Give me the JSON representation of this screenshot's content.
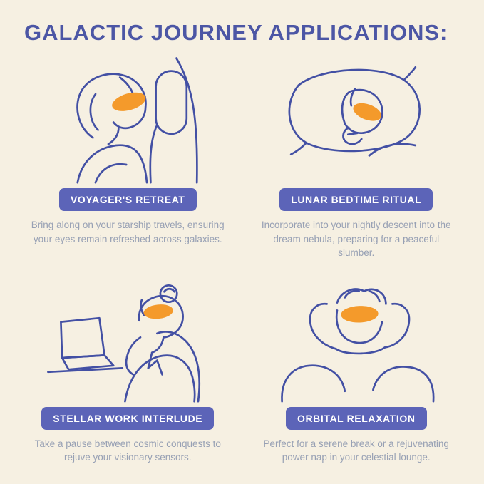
{
  "colors": {
    "background": "#F6F0E2",
    "title": "#4C56A5",
    "badge_bg": "#5C64B8",
    "badge_text": "#FFFFFF",
    "body_text": "#97A0B4",
    "line_art": "#4350A4",
    "mask": "#F49A2B"
  },
  "title": "GALACTIC JOURNEY APPLICATIONS:",
  "cards": [
    {
      "label": "VOYAGER'S RETREAT",
      "description": "Bring along on your starship travels, ensuring your eyes remain refreshed across galaxies.",
      "illustration": "sleeping-in-airplane-window-seat"
    },
    {
      "label": "LUNAR BEDTIME RITUAL",
      "description": "Incorporate into your nightly descent into the dream nebula, preparing for a peaceful slumber.",
      "illustration": "sleeping-on-pillow-in-bed"
    },
    {
      "label": "STELLAR WORK INTERLUDE",
      "description": "Take a pause between cosmic conquests to rejuve your visionary sensors.",
      "illustration": "reclining-at-desk-with-laptop"
    },
    {
      "label": "ORBITAL RELAXATION",
      "description": "Perfect for a serene break or a rejuvenating power nap in your celestial lounge.",
      "illustration": "lounging-with-hands-behind-head"
    }
  ]
}
